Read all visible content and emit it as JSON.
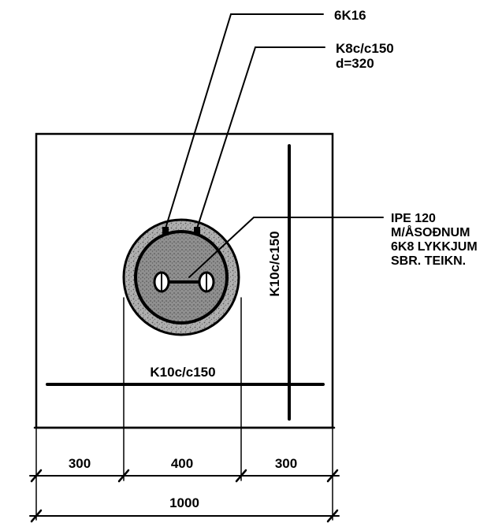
{
  "labels": {
    "top_bar": "6K16",
    "stirrup_line1": "K8c/c150",
    "stirrup_line2": "d=320",
    "ipe_line1": "IPE 120",
    "ipe_line2": "M/ÅSOÐNUM",
    "ipe_line3": "6K8 LYKKJUM",
    "ipe_line4": "SBR. TEIKN.",
    "horizontal_rebar": "K10c/c150",
    "vertical_rebar": "K10c/c150"
  },
  "dimensions": {
    "left": "300",
    "middle": "400",
    "right": "300",
    "total": "1000"
  },
  "colors": {
    "ink": "#000000",
    "concrete_fill": "#a8a8a8",
    "core_fill": "#8c8c8c"
  }
}
